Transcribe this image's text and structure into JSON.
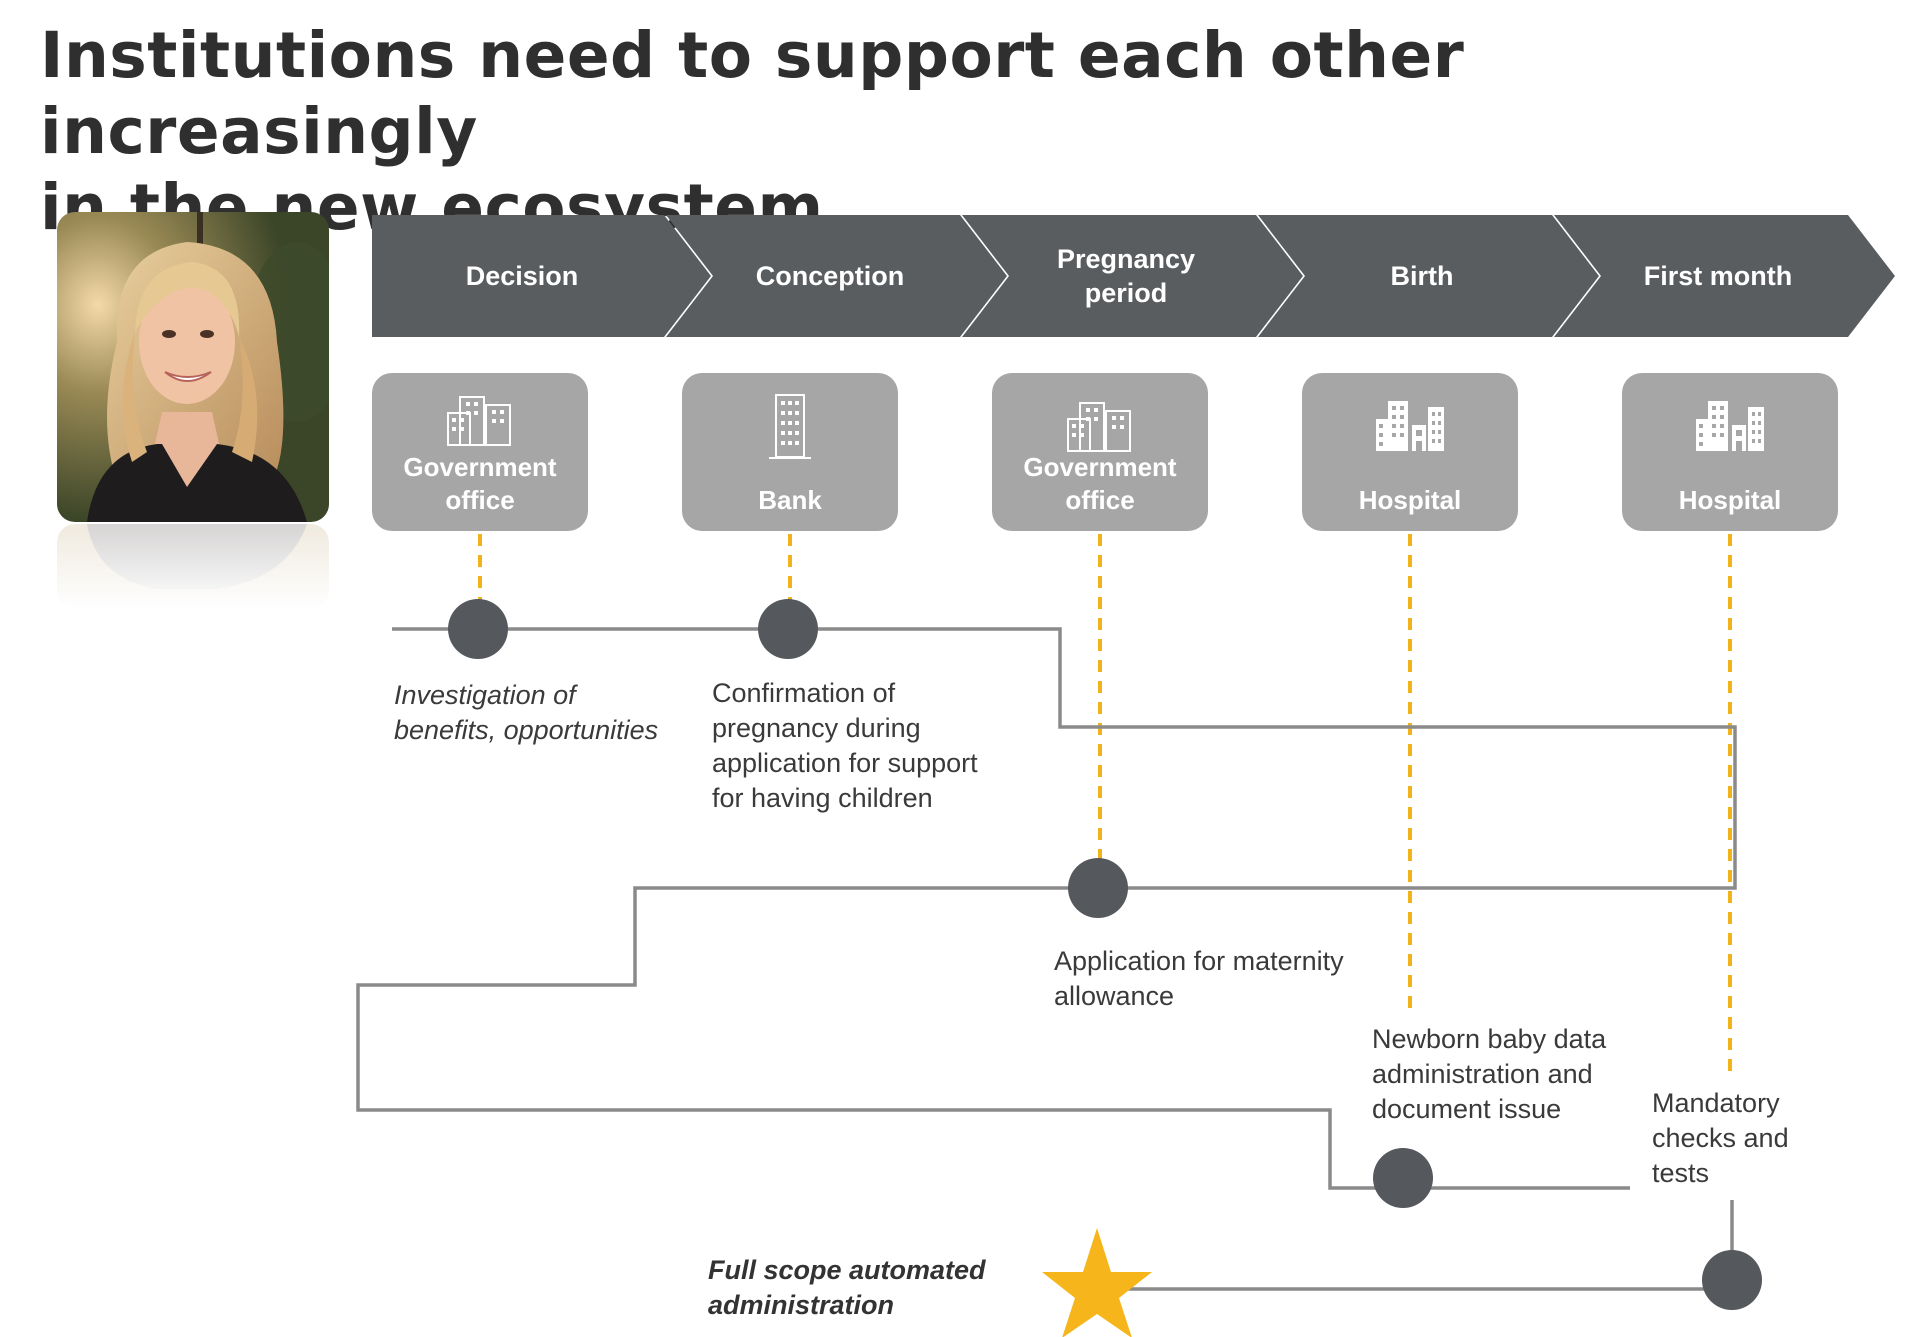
{
  "title": {
    "line1": "Institutions need to support each other increasingly",
    "line2": "in the new ecosystem"
  },
  "photo": {
    "subject": "portrait-of-woman"
  },
  "stages": [
    {
      "label": "Decision"
    },
    {
      "label": "Conception"
    },
    {
      "label_line1": "Pregnancy",
      "label_line2": "period"
    },
    {
      "label": "Birth"
    },
    {
      "label": "First month"
    }
  ],
  "institutions": [
    {
      "line1": "Government",
      "line2": "office",
      "icon": "office-buildings-icon"
    },
    {
      "line1": "",
      "line2": "Bank",
      "icon": "tower-building-icon"
    },
    {
      "line1": "Government",
      "line2": "office",
      "icon": "office-buildings-icon"
    },
    {
      "line1": "",
      "line2": "Hospital",
      "icon": "hospital-buildings-icon"
    },
    {
      "line1": "",
      "line2": "Hospital",
      "icon": "hospital-buildings-icon"
    }
  ],
  "steps": {
    "investigation": {
      "line1": "Investigation of",
      "line2": "benefits, opportunities"
    },
    "confirmation": {
      "line1": "Confirmation of",
      "line2": "pregnancy during",
      "line3": "application for support",
      "line4": "for having children"
    },
    "maternity": {
      "line1": "Application for maternity",
      "line2": "allowance"
    },
    "newborn": {
      "line1": "Newborn baby data",
      "line2": "administration and",
      "line3": "document issue"
    },
    "mandatory": {
      "line1": "Mandatory",
      "line2": "checks and",
      "line3": "tests"
    }
  },
  "final": {
    "line1": "Full scope automated",
    "line2": "administration",
    "icon": "star-icon"
  },
  "colors": {
    "chevron": "#5a5d60",
    "institution_box": "#a6a6a6",
    "connector_dashed": "#f2b21b",
    "path_line": "#8a8a8a",
    "node": "#55585c",
    "star": "#f5b51b"
  }
}
